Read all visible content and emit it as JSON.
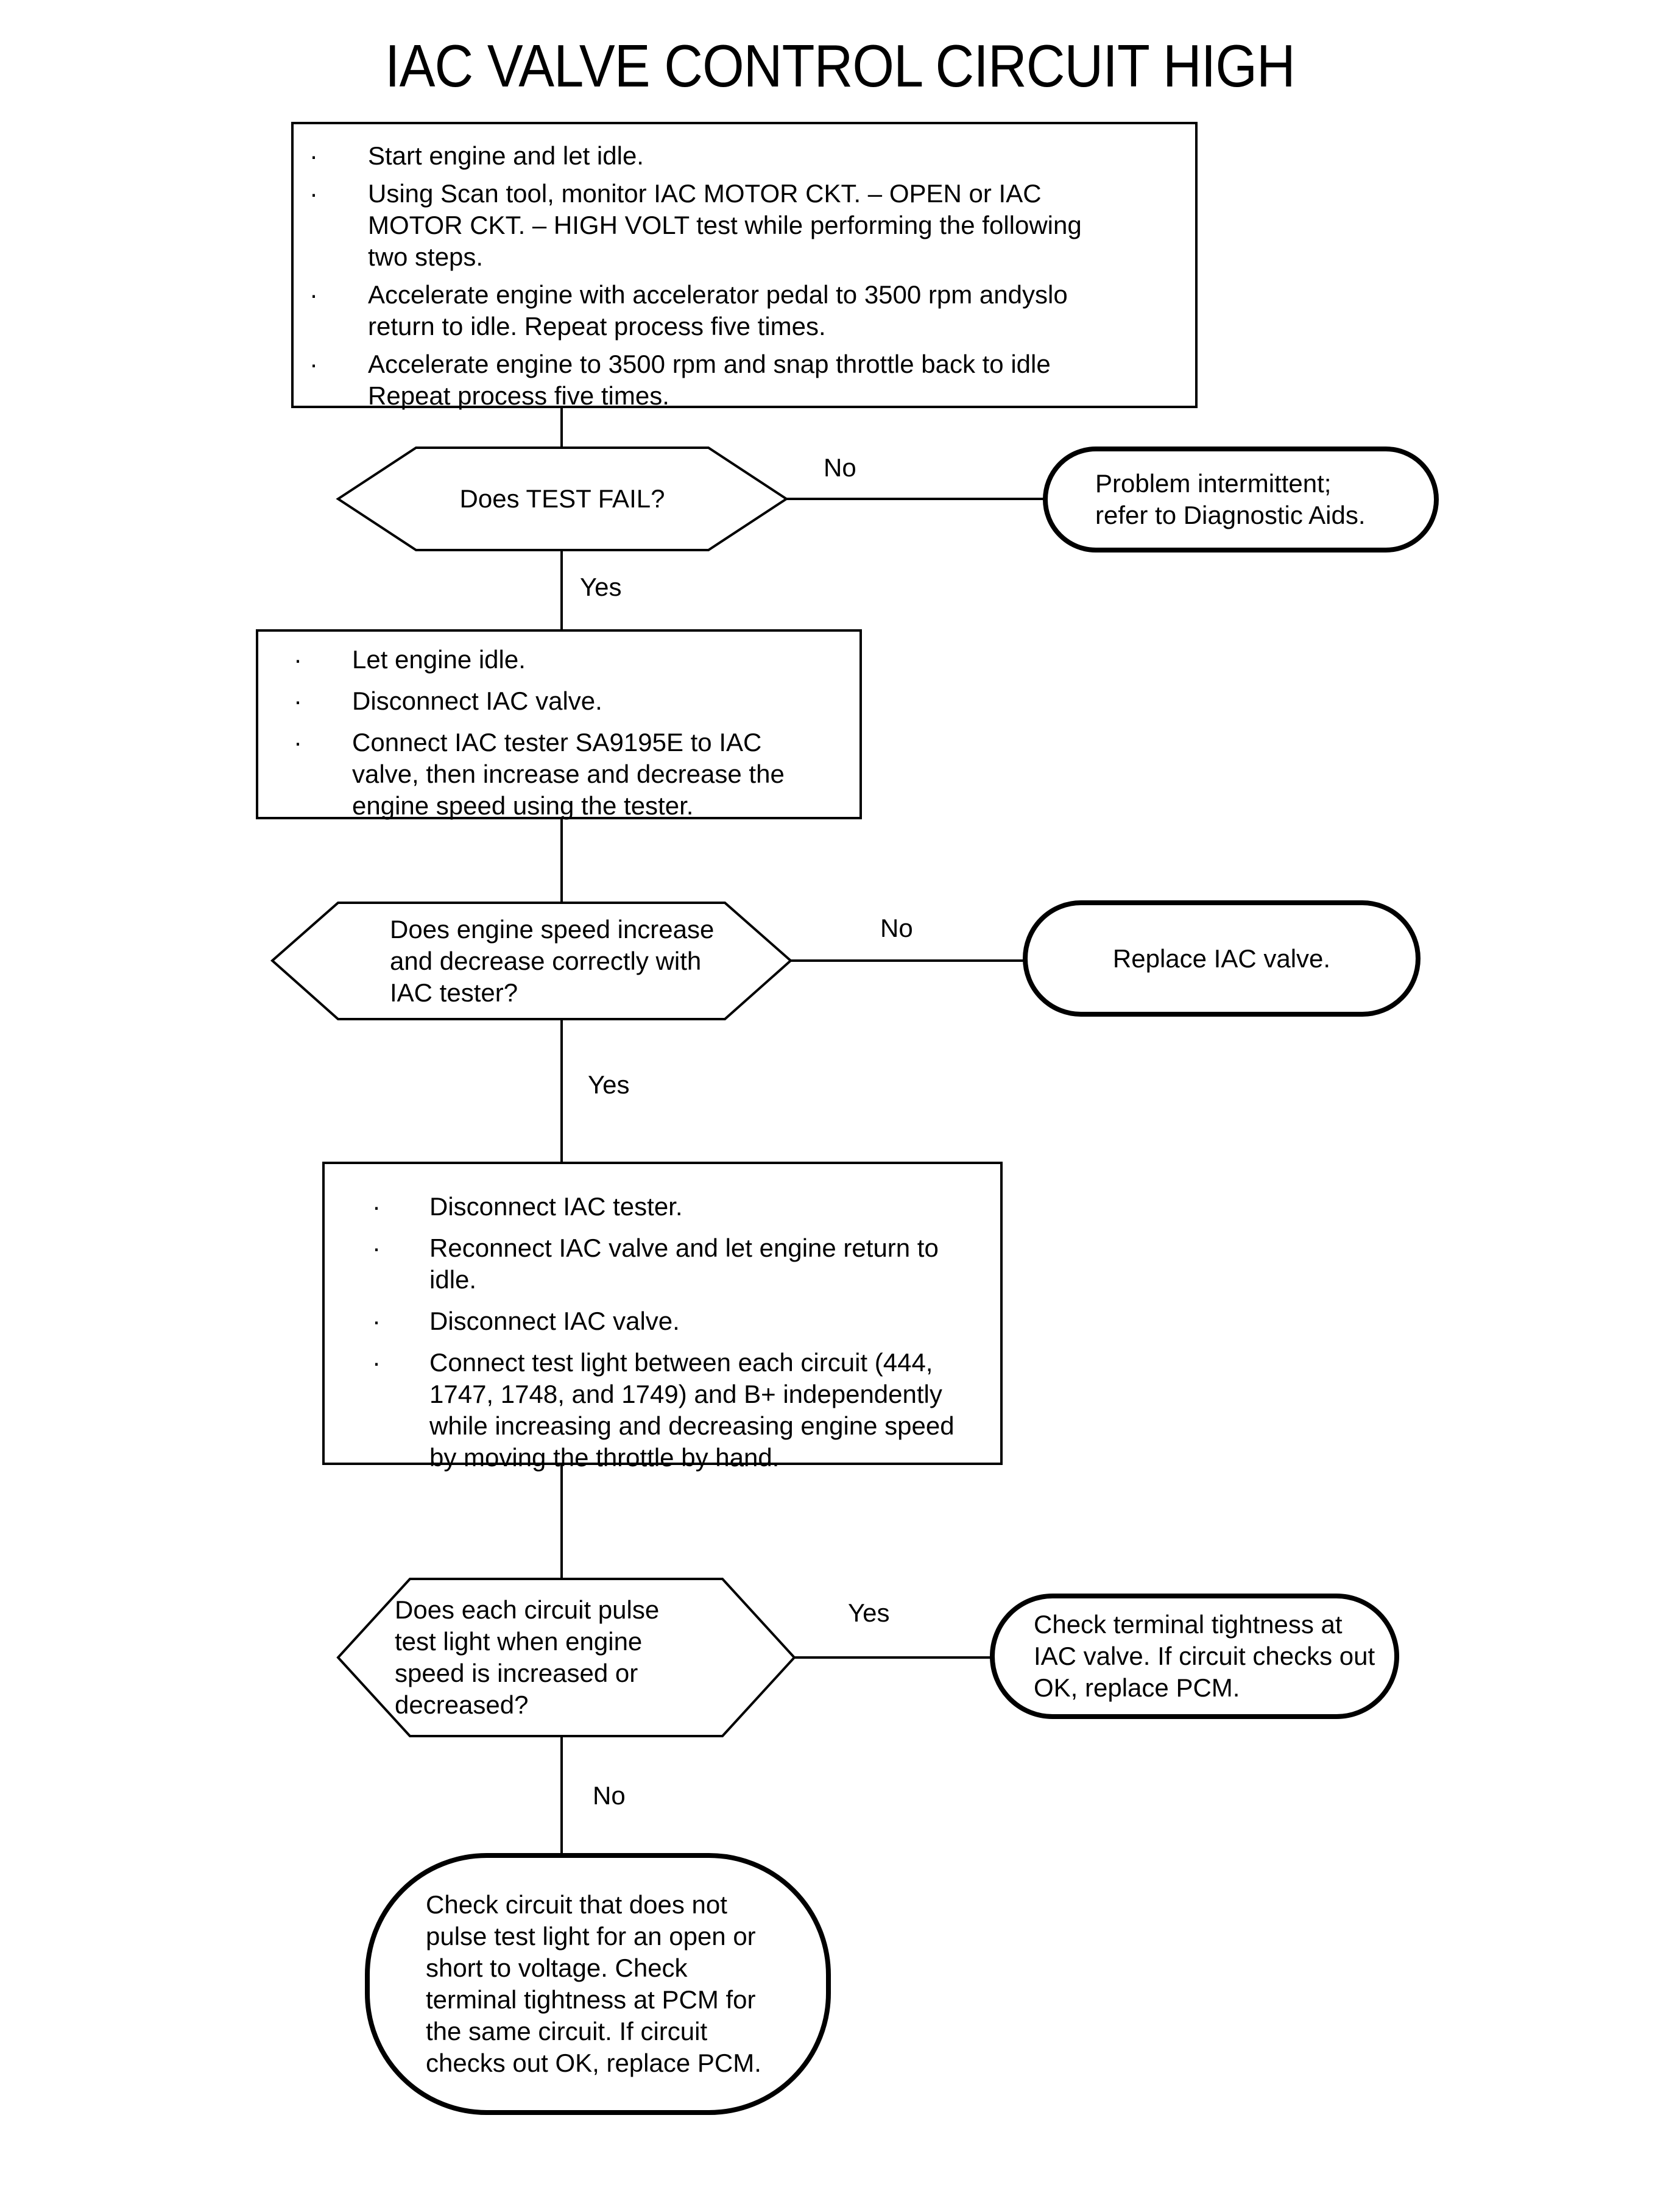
{
  "title": "IAC VALVE CONTROL CIRCUIT HIGH",
  "bullet_glyph": "·",
  "colors": {
    "ink": "#000000",
    "background": "#ffffff"
  },
  "steps": {
    "step1": {
      "bullets": [
        "Start engine and let idle.",
        "Using Scan tool, monitor IAC MOTOR CKT. – OPEN or IAC\nMOTOR CKT. – HIGH VOLT test while performing the following\ntwo steps.",
        "Accelerate engine with accelerator pedal to 3500 rpm andyslo\nreturn to idle. Repeat process five times.",
        "Accelerate engine to 3500 rpm and snap throttle back to idle\nRepeat process five times."
      ]
    },
    "step2": {
      "bullets": [
        "Let engine idle.",
        "Disconnect IAC valve.",
        "Connect IAC tester SA9195E to IAC\nvalve, then increase and decrease the\nengine speed using the tester."
      ]
    },
    "step3": {
      "bullets": [
        "Disconnect IAC tester.",
        "Reconnect IAC valve and let engine return to\nidle.",
        "Disconnect IAC valve.",
        "Connect test light between each circuit (444,\n1747, 1748, and 1749) and B+ independently\nwhile increasing and decreasing engine speed\nby moving the throttle by hand."
      ]
    }
  },
  "decisions": {
    "d1": {
      "question": "Does TEST FAIL?"
    },
    "d2": {
      "question": "Does engine speed increase\nand decrease correctly with\nIAC tester?"
    },
    "d3": {
      "question": "Does each circuit pulse\ntest light when engine\nspeed is increased or\ndecreased?"
    }
  },
  "terminals": {
    "intermittent": {
      "text": "Problem intermittent;\nrefer to Diagnostic Aids."
    },
    "replace_iac": {
      "text": "Replace IAC valve."
    },
    "check_iac": {
      "text": "Check terminal tightness at\nIAC valve. If circuit checks out\nOK, replace PCM."
    },
    "check_circuit": {
      "text": "Check circuit that does not\npulse test light for an open or\nshort to voltage. Check\nterminal tightness at PCM for\nthe same circuit. If circuit\nchecks out OK, replace PCM."
    }
  },
  "labels": {
    "d1_no": "No",
    "d1_yes": "Yes",
    "d2_no": "No",
    "d2_yes": "Yes",
    "d3_yes": "Yes",
    "d3_no": "No"
  }
}
